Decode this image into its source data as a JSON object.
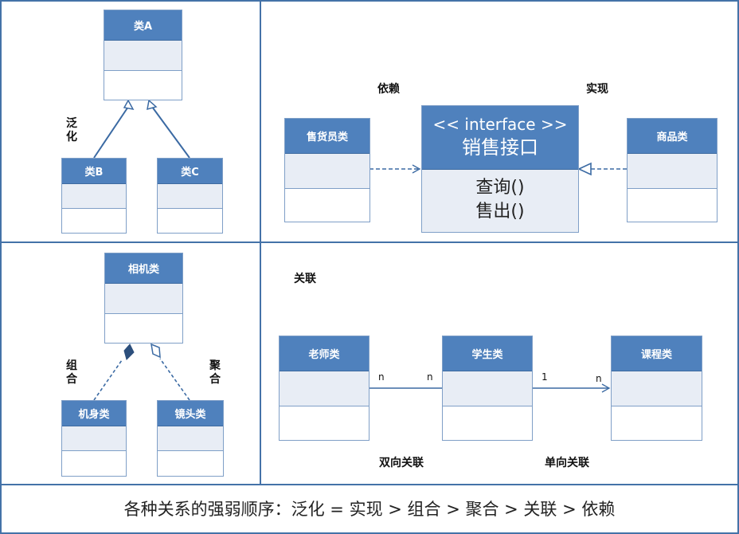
{
  "generalization": {
    "label": "泛化",
    "parent": "类A",
    "child_b": "类B",
    "child_c": "类C"
  },
  "realization": {
    "dependency_label": "依赖",
    "realization_label": "实现",
    "salesperson": "售货员类",
    "product": "商品类",
    "interface_stereotype": "<< interface >>",
    "interface_name": "销售接口",
    "op_query": "查询()",
    "op_sell": "售出()"
  },
  "composition": {
    "composite_label": "组合",
    "aggregation_label": "聚合",
    "camera": "相机类",
    "body": "机身类",
    "lens": "镜头类"
  },
  "association": {
    "title": "关联",
    "teacher": "老师类",
    "student": "学生类",
    "course": "课程类",
    "mult_teacher": "n",
    "mult_student_left": "n",
    "mult_student_right": "1",
    "mult_course": "n",
    "bidirectional_label": "双向关联",
    "unidirectional_label": "单向关联"
  },
  "footer": {
    "text": "各种关系的强弱顺序：泛化 = 实现 > 组合 > 聚合 > 关联 > 依赖"
  },
  "colors": {
    "header_blue": "#4f81bd",
    "attr_fill": "#e8edf5",
    "border_blue": "#4472a8",
    "line_blue": "#3b6aa3"
  }
}
